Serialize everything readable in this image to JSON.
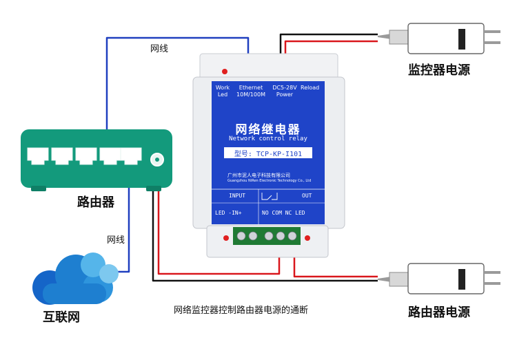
{
  "labels": {
    "cable_top": "网线",
    "cable_bottom": "网线",
    "router": "路由器",
    "internet": "互联网",
    "monitor_power": "监控器电源",
    "router_power": "路由器电源",
    "caption": "网络监控器控制路由器电源的通断"
  },
  "device": {
    "top_left_1": "Work",
    "top_left_2": "Led",
    "top_mid_1": "Ethernet",
    "top_mid_2": "10M/100M",
    "top_right_1": "DC5-28V",
    "top_right_2": "Power",
    "top_reload": "Reload",
    "title_cn": "网络继电器",
    "title_en": "Network control relay",
    "model": "型号: TCP-KP-I101",
    "company_cn": "广州市泥人电子科技有限公司",
    "company_en": "Guangzhou NiRen Electronic Technology Co., Ltd",
    "input": "INPUT",
    "out": "OUT",
    "bottom_left": "LED   -IN+",
    "bottom_right": "NO COM NC LED"
  },
  "colors": {
    "wire_blue": "#1f3fbf",
    "wire_red": "#d9161b",
    "wire_black": "#111111",
    "router_green": "#139a7c",
    "device_blue": "#1f44c8",
    "cloud_blue": "#1e7fd0"
  }
}
